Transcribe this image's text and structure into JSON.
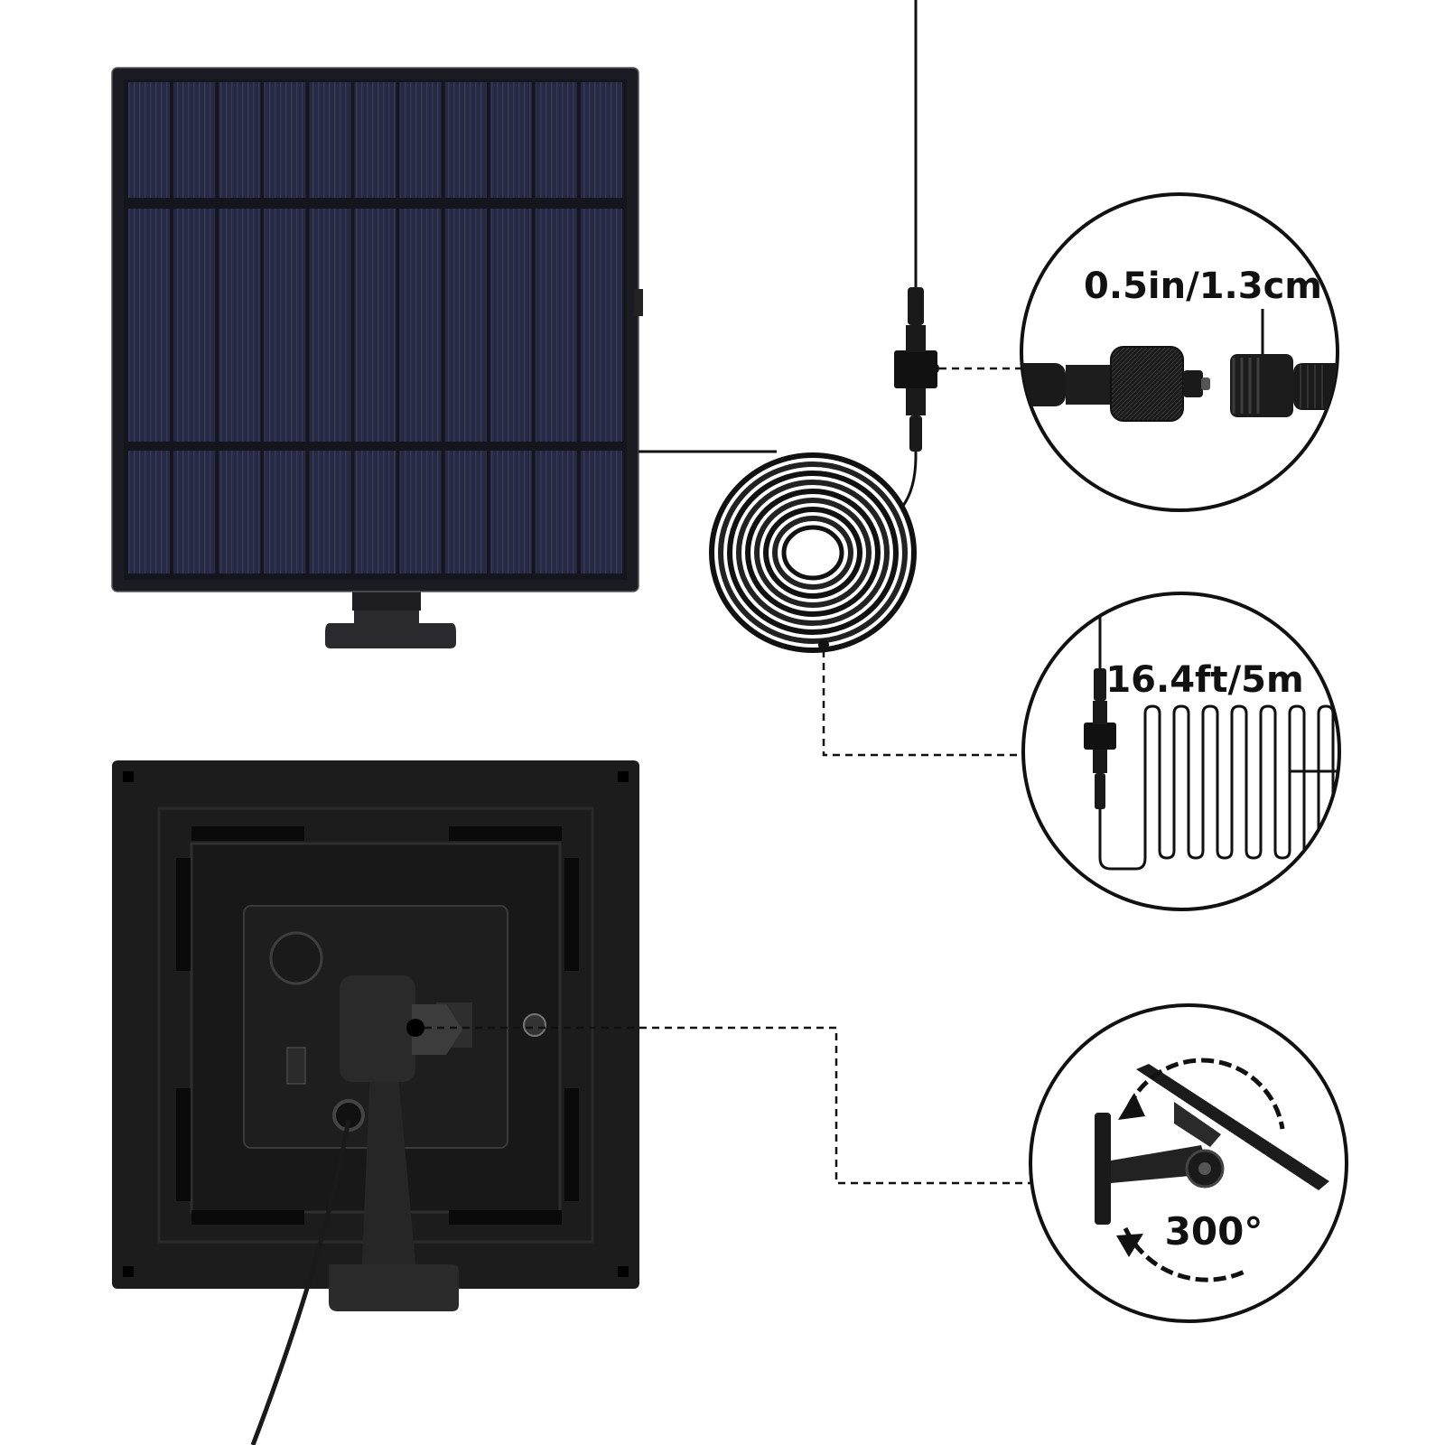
{
  "callouts": {
    "connector_thread": {
      "label": "0.5in/1.3cm"
    },
    "cable_length": {
      "label": "16.4ft/5m"
    },
    "bracket_rotation": {
      "label": "300°"
    }
  },
  "colors": {
    "panel_cells": "#262941",
    "panel_frame": "#1b1c23",
    "panel_back": "#1c1c1c",
    "cable": "#111111",
    "background": "#ffffff"
  }
}
